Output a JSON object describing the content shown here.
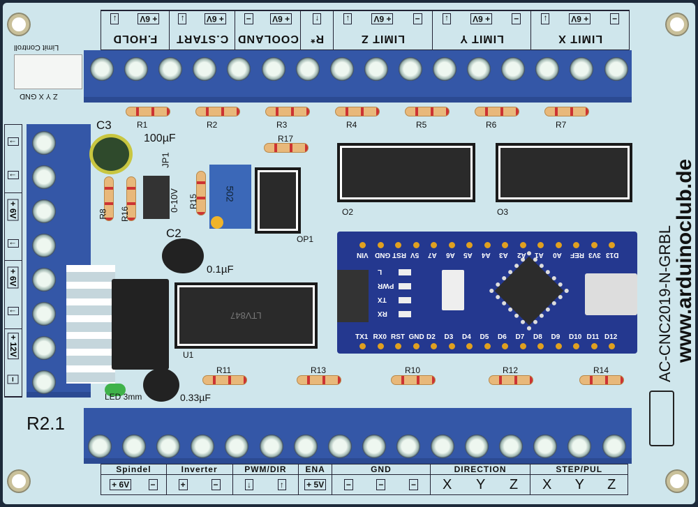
{
  "board": {
    "revision": "R2.1",
    "model": "AC-CNC2019-N-GRBL",
    "website": "www.arduinoclub.de"
  },
  "top_terminals": [
    {
      "label": "F.HOLD",
      "pins": [
        "↓",
        "+ 6V"
      ]
    },
    {
      "label": "C.START",
      "pins": [
        "↓",
        "+ 6V"
      ]
    },
    {
      "label": "COOLAND",
      "pins": [
        "−",
        "+ 6V"
      ]
    },
    {
      "label": "R*",
      "pins": [
        "↑"
      ]
    },
    {
      "label": "LIMIT Z",
      "pins": [
        "↓",
        "+ 6V",
        "−"
      ]
    },
    {
      "label": "LIMIT Y",
      "pins": [
        "↓",
        "+ 6V",
        "−"
      ]
    },
    {
      "label": "LIMIT X",
      "pins": [
        "↓",
        "+ 6V",
        "−"
      ]
    }
  ],
  "bottom_terminals": [
    {
      "label": "Spindel",
      "pins": [
        "+ 6V",
        "−"
      ]
    },
    {
      "label": "Inverter",
      "pins": [
        "+",
        "−"
      ]
    },
    {
      "label": "PWM/DIR",
      "pins": [
        "↓",
        "↑"
      ]
    },
    {
      "label": "ENA",
      "pins": [
        "+ 5V"
      ]
    },
    {
      "label": "GND",
      "pins": [
        "−",
        "−",
        "−"
      ]
    },
    {
      "label": "DIRECTION",
      "pins": [
        "X",
        "Y",
        "Z"
      ]
    },
    {
      "label": "STEP/PUL",
      "pins": [
        "X",
        "Y",
        "Z"
      ]
    }
  ],
  "left_terminals": [
    {
      "pins": [
        "↓",
        "↓"
      ]
    },
    {
      "pins": [
        "+ 6V",
        "↓"
      ]
    },
    {
      "pins": [
        "+ 6V",
        "↓"
      ]
    },
    {
      "pins": [
        "+ 12V",
        "−"
      ]
    }
  ],
  "limit_connector": {
    "title": "Limit Controll",
    "pins": "Z  Y  X GND"
  },
  "components": {
    "resistors_top": [
      "R1",
      "R2",
      "R3",
      "R4",
      "R5",
      "R6",
      "R7"
    ],
    "resistors_bottom": [
      "R11",
      "R13",
      "R10",
      "R12",
      "R14"
    ],
    "r17": "R17",
    "r8": "R8",
    "r16": "R16",
    "r15": "R15",
    "c3": "C3",
    "c3_value": "100µF",
    "c2": "C2",
    "c2_value": "0.1µF",
    "c_small_value": "0.33µF",
    "jp1": "JP1",
    "jp1_value": "0-10V",
    "op1": "OP1",
    "o2": "O2",
    "o3": "O3",
    "u1": "U1",
    "u1_chip": "LTV847",
    "led": "LED 3mm",
    "trimmer": "502"
  },
  "nano": {
    "top_pins": [
      "VIN",
      "GND",
      "RST",
      "5V",
      "A7",
      "A6",
      "A5",
      "A4",
      "A3",
      "A2",
      "A1",
      "A0",
      "REF",
      "3V3",
      "D13"
    ],
    "bottom_pins": [
      "TX1",
      "RX0",
      "RST",
      "GND",
      "D2",
      "D3",
      "D4",
      "D5",
      "D6",
      "D7",
      "D8",
      "D9",
      "D10",
      "D11",
      "D12"
    ],
    "leds": [
      "L",
      "PWR",
      "TX",
      "RX"
    ]
  }
}
